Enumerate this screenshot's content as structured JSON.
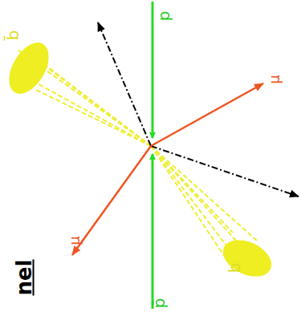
{
  "diagram": {
    "labels": [
      "b̄",
      "p",
      "μ",
      "μ",
      "p̄",
      "b",
      "nel"
    ]
  }
}
